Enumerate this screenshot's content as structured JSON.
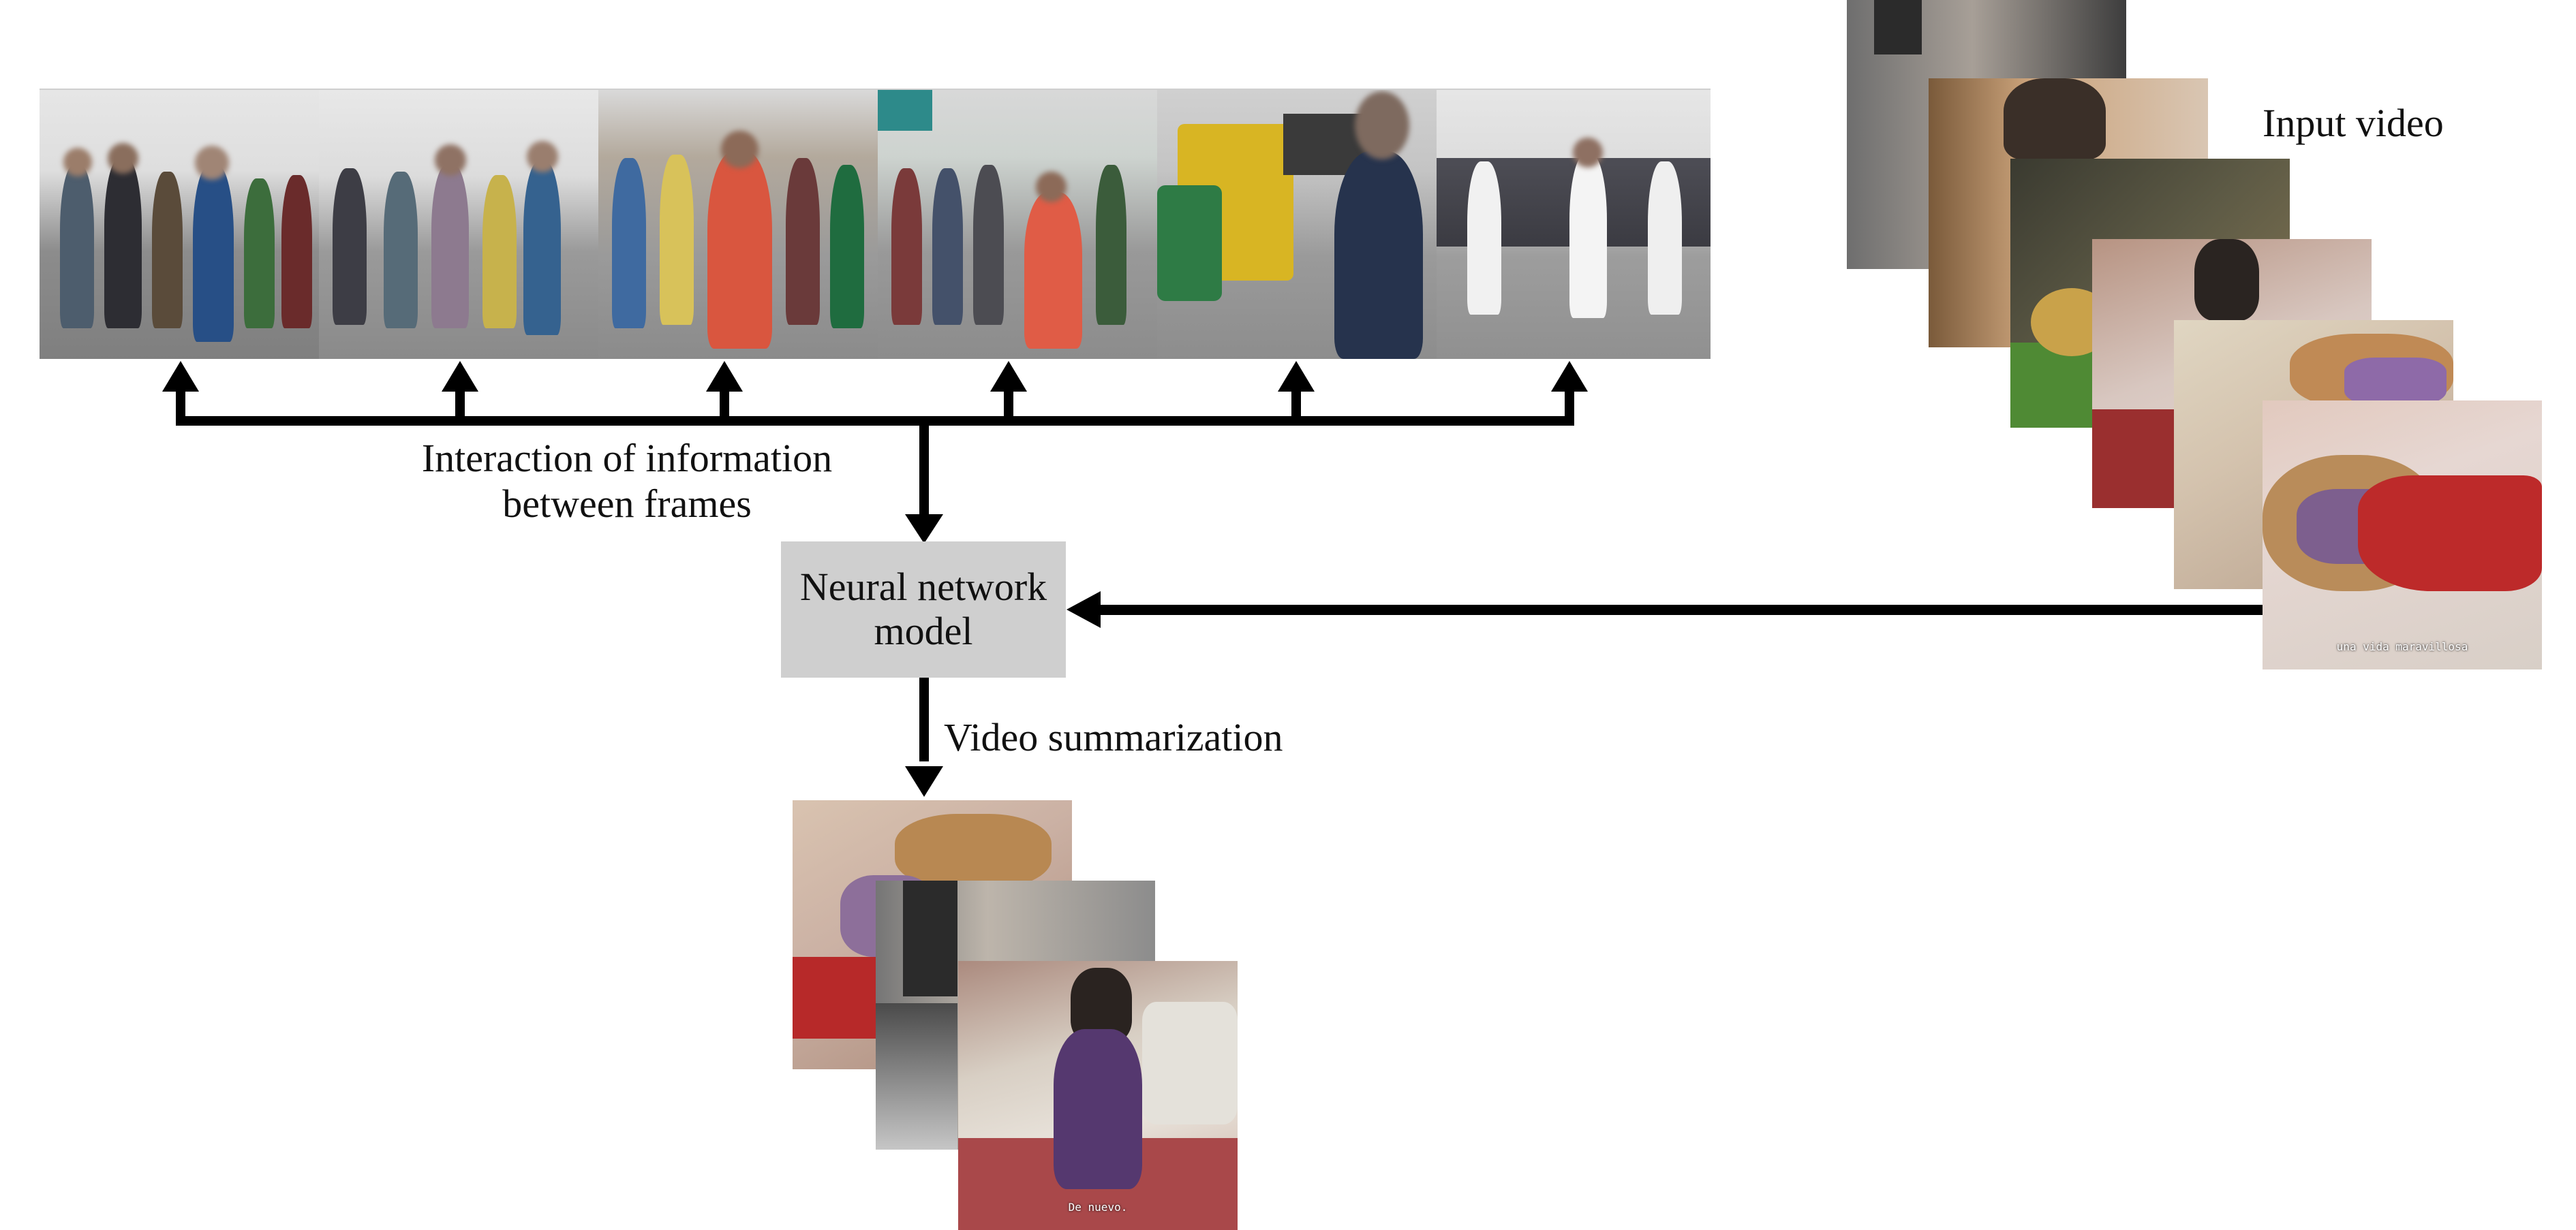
{
  "labels": {
    "interaction": "Interaction of information between frames",
    "interaction_line1": "Interaction of information",
    "interaction_line2": "between frames",
    "input_video": "Input video",
    "model_line1": "Neural network",
    "model_line2": "model",
    "summarization": "Video summarization"
  },
  "subtitles": {
    "input_last": "una vida maravillosa",
    "summary_last": "De nuevo."
  },
  "colors": {
    "arrow": "#000000",
    "model_box": "#cfcfcf",
    "crowd_sky": "#dcdcdc",
    "crowd_ground": "#8f8f8f",
    "dog_scene_warm": "#c58a6a",
    "blanket_red": "#b8282a"
  },
  "icons": [
    "arrow-up-icon",
    "arrow-down-icon",
    "arrow-left-icon"
  ]
}
